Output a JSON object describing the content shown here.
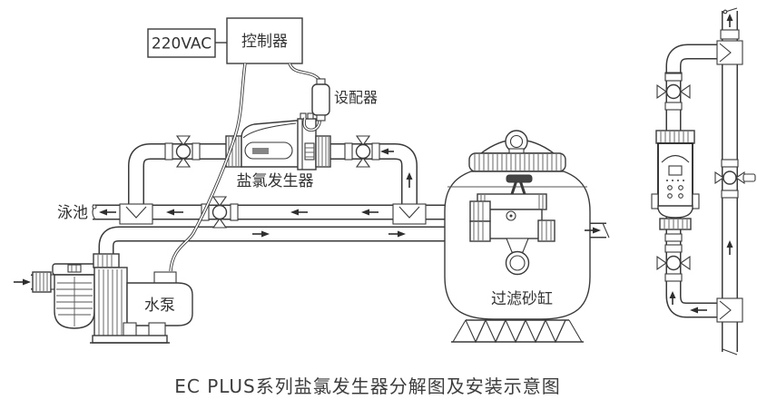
{
  "diagram": {
    "caption": "EC PLUS系列盐氯发生器分解图及安装示意图",
    "labels": {
      "power_supply": "220VAC",
      "controller": "控制器",
      "adapter": "设配器",
      "chlorinator": "盐氯发生器",
      "pool": "泳池",
      "pump": "水泵",
      "sand_filter": "过滤砂缸"
    },
    "colors": {
      "line": "#3a3a3a",
      "background": "#ffffff",
      "text": "#333333"
    }
  }
}
